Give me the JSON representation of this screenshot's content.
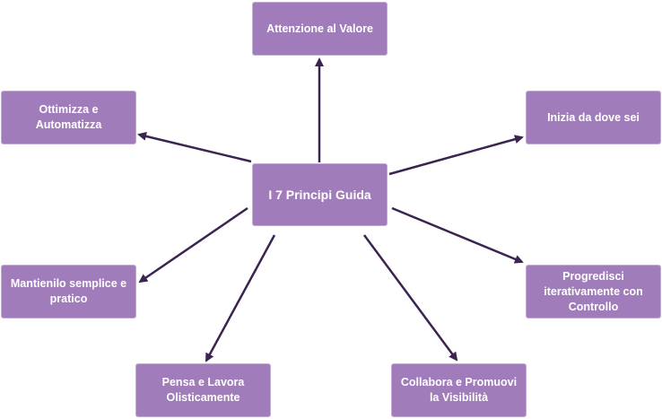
{
  "colors": {
    "node_fill": "#a17cba",
    "node_border": "#c6a8d8",
    "arrow": "#3b2450",
    "text": "#ffffff"
  },
  "diagram": {
    "center": "I 7 Principi Guida",
    "nodes": {
      "top": "Attenzione al Valore",
      "upper_left": "Ottimizza e Automatizza",
      "upper_right": "Inizia da dove sei",
      "middle_left": "Mantienilo semplice e pratico",
      "middle_right": "Progredisci iterativamente con Controllo",
      "bottom_left": "Pensa e Lavora Olisticamente",
      "bottom_right": "Collabora e Promuovi la Visibilità"
    }
  }
}
